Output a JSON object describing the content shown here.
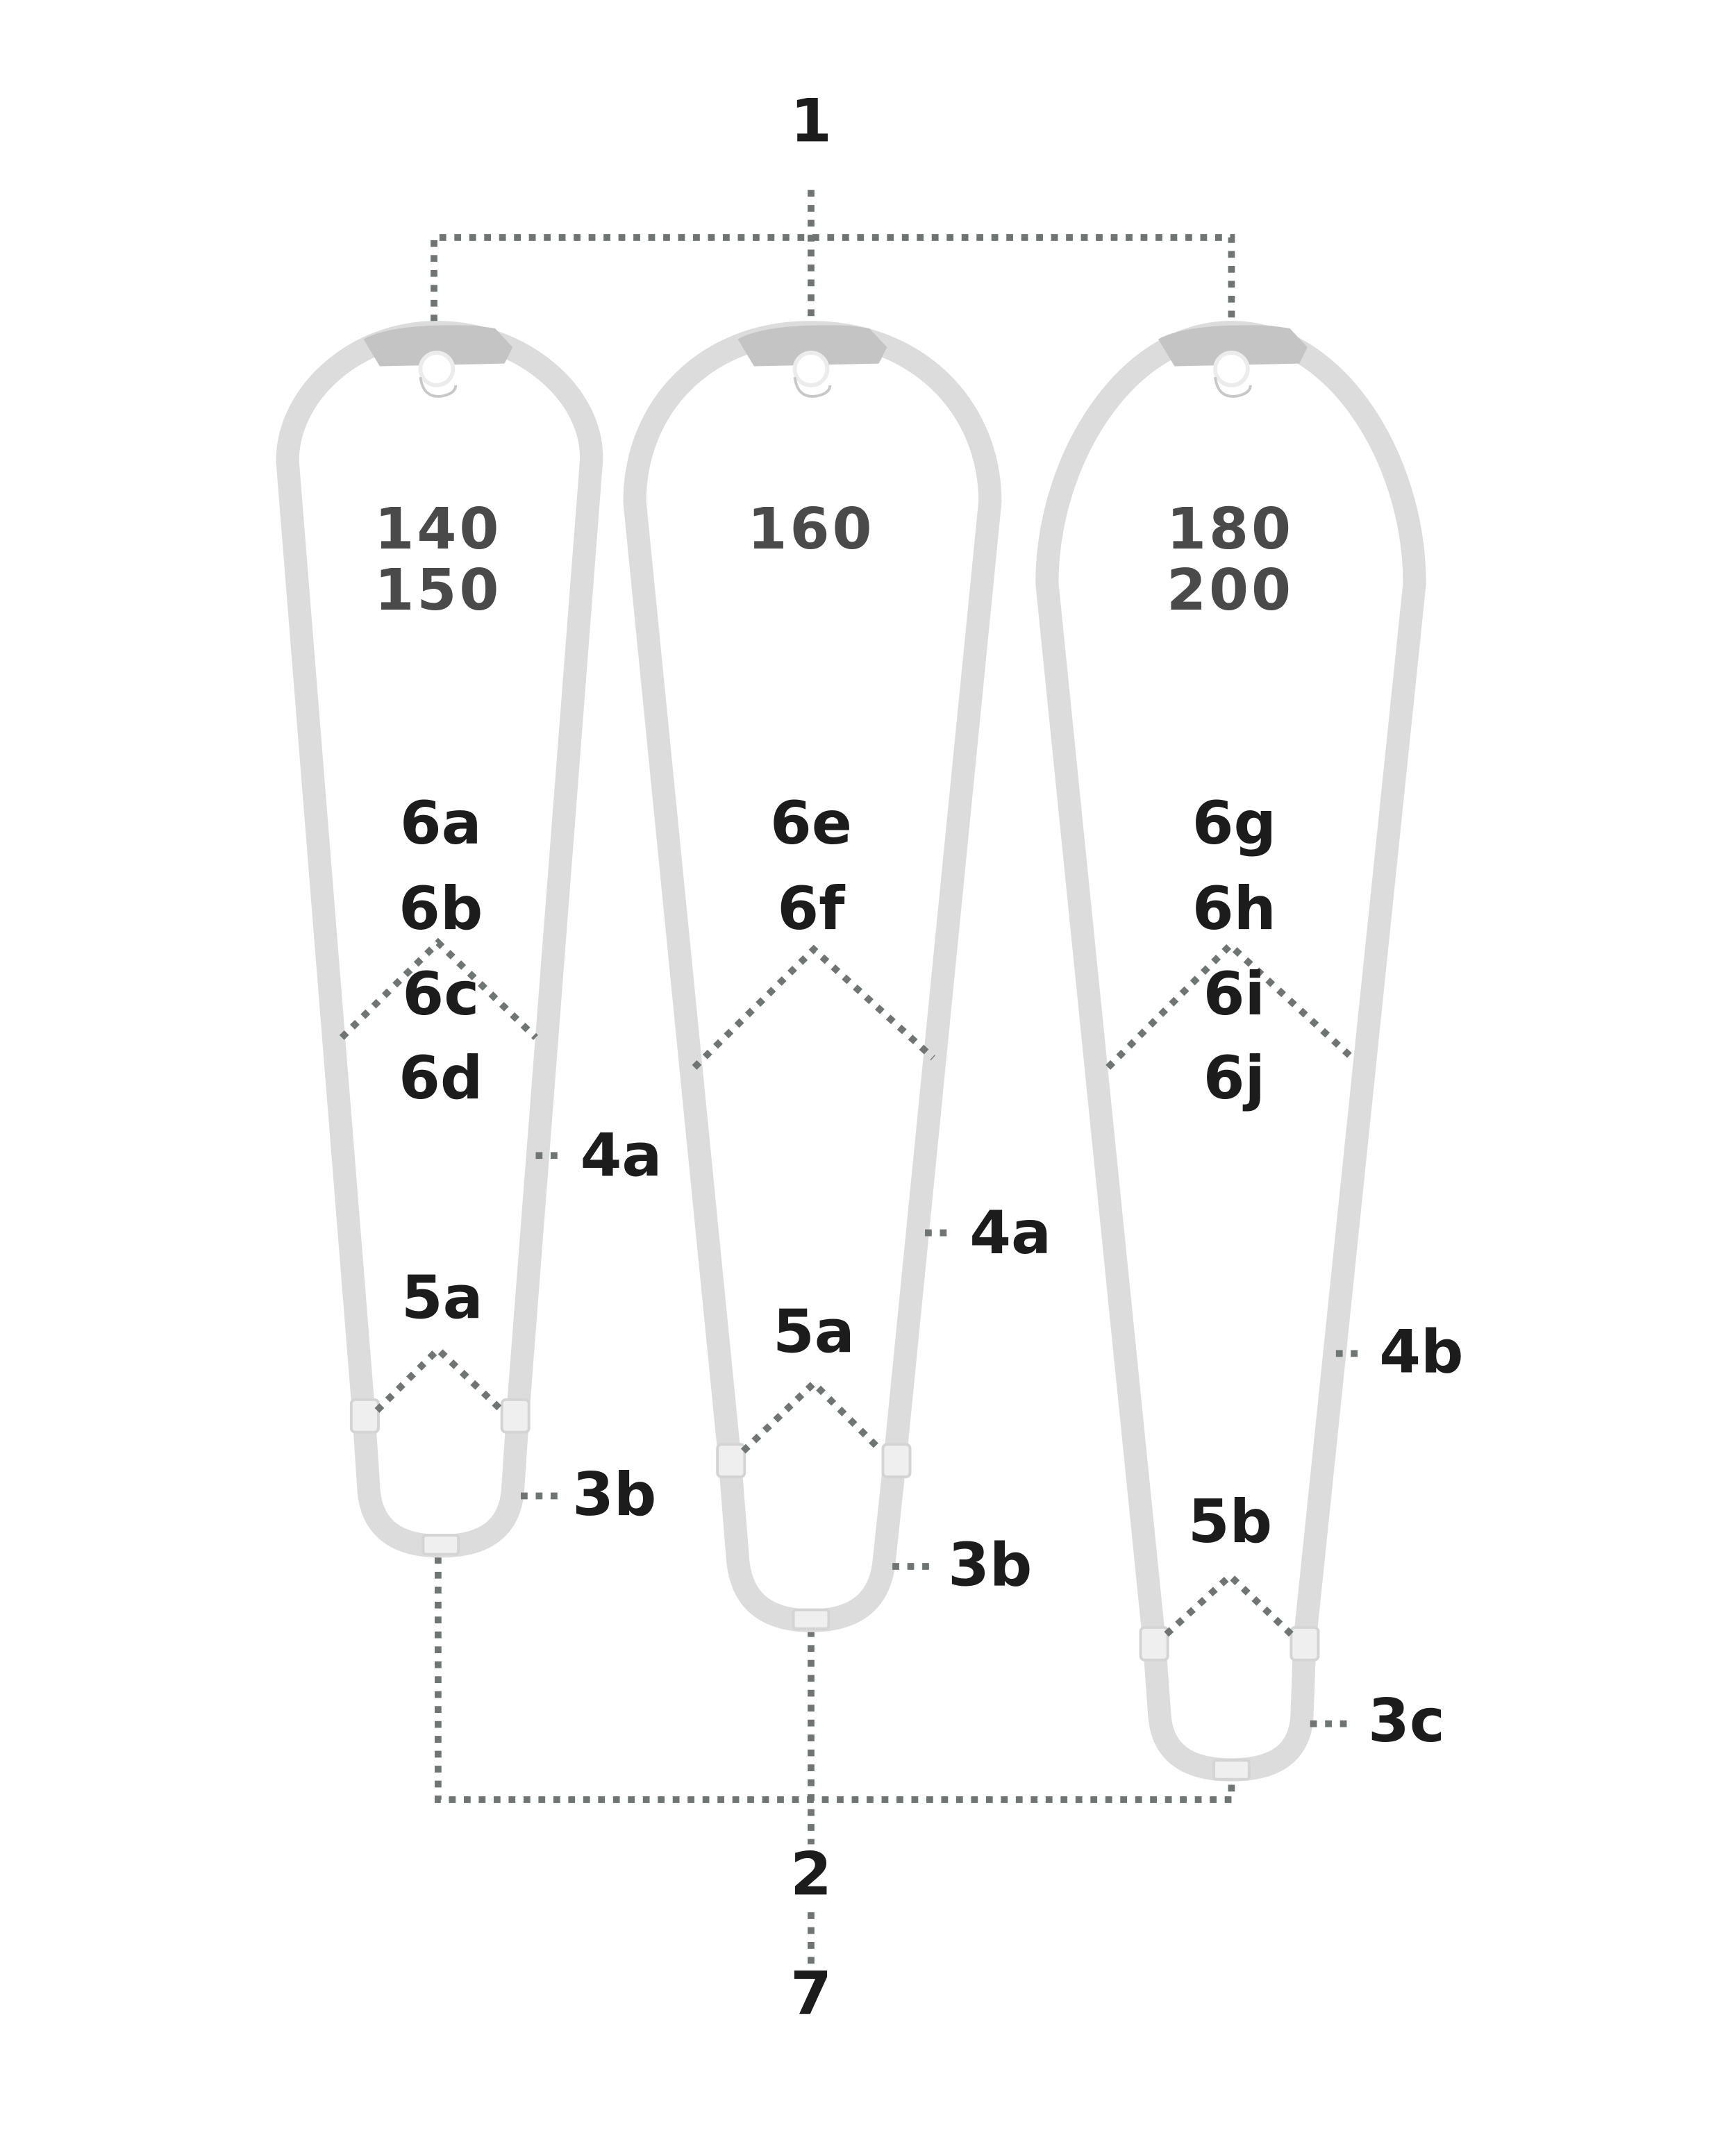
{
  "labels": {
    "top": "1",
    "bottom": "2",
    "bottom_end": "7"
  },
  "booms": [
    {
      "sizes": [
        "140",
        "150"
      ],
      "six": [
        "6a",
        "6b",
        "6c",
        "6d"
      ],
      "four": "4a",
      "five": "5a",
      "three": "3b"
    },
    {
      "sizes": [
        "160"
      ],
      "six": [
        "6e",
        "6f"
      ],
      "four": "4a",
      "five": "5a",
      "three": "3b"
    },
    {
      "sizes": [
        "180",
        "200"
      ],
      "six": [
        "6g",
        "6h",
        "6i",
        "6j"
      ],
      "four": "4b",
      "five": "5b",
      "three": "3c"
    }
  ],
  "colors": {
    "tube": "#dcdcdc",
    "head": "#c4c4c4",
    "dots": "#6f7572",
    "text": "#1c1c1c"
  }
}
